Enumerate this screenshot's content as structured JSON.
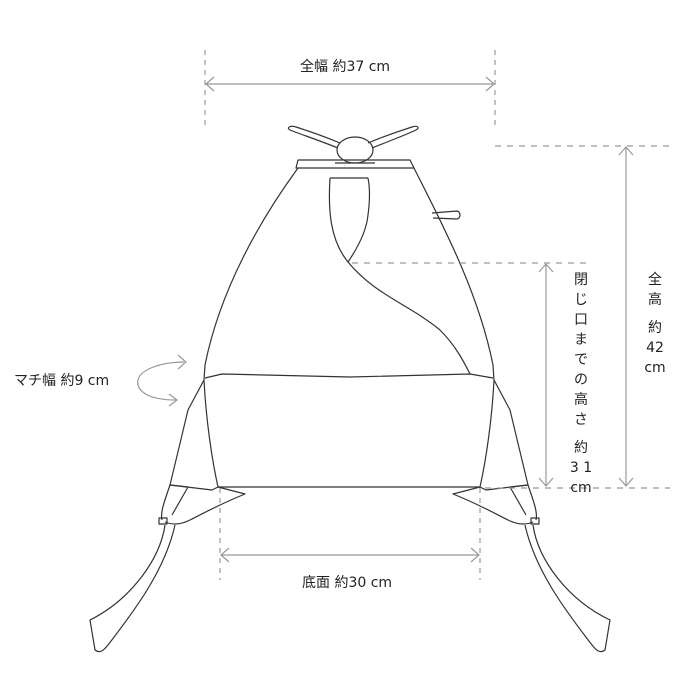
{
  "diagram": {
    "title": "Backpack dimensions",
    "colors": {
      "outline": "#333333",
      "dimension_line": "#999999",
      "text": "#222222",
      "background": "#ffffff"
    },
    "dimensions": {
      "total_width": {
        "label": "全幅 約37 cm",
        "value": 37,
        "unit": "cm"
      },
      "total_height": {
        "label_lines": [
          "全",
          "高",
          "",
          "約",
          "42",
          "cm"
        ],
        "value": 42,
        "unit": "cm"
      },
      "height_to_closure": {
        "label_lines": [
          "閉",
          "じ",
          "口",
          "ま",
          "で",
          "の",
          "高",
          "さ",
          "",
          "約",
          "3 1",
          "cm"
        ],
        "value": 31,
        "unit": "cm"
      },
      "gusset_width": {
        "label": "マチ幅 約9 cm",
        "value": 9,
        "unit": "cm"
      },
      "bottom_width": {
        "label": "底面 約30 cm",
        "value": 30,
        "unit": "cm"
      }
    }
  }
}
